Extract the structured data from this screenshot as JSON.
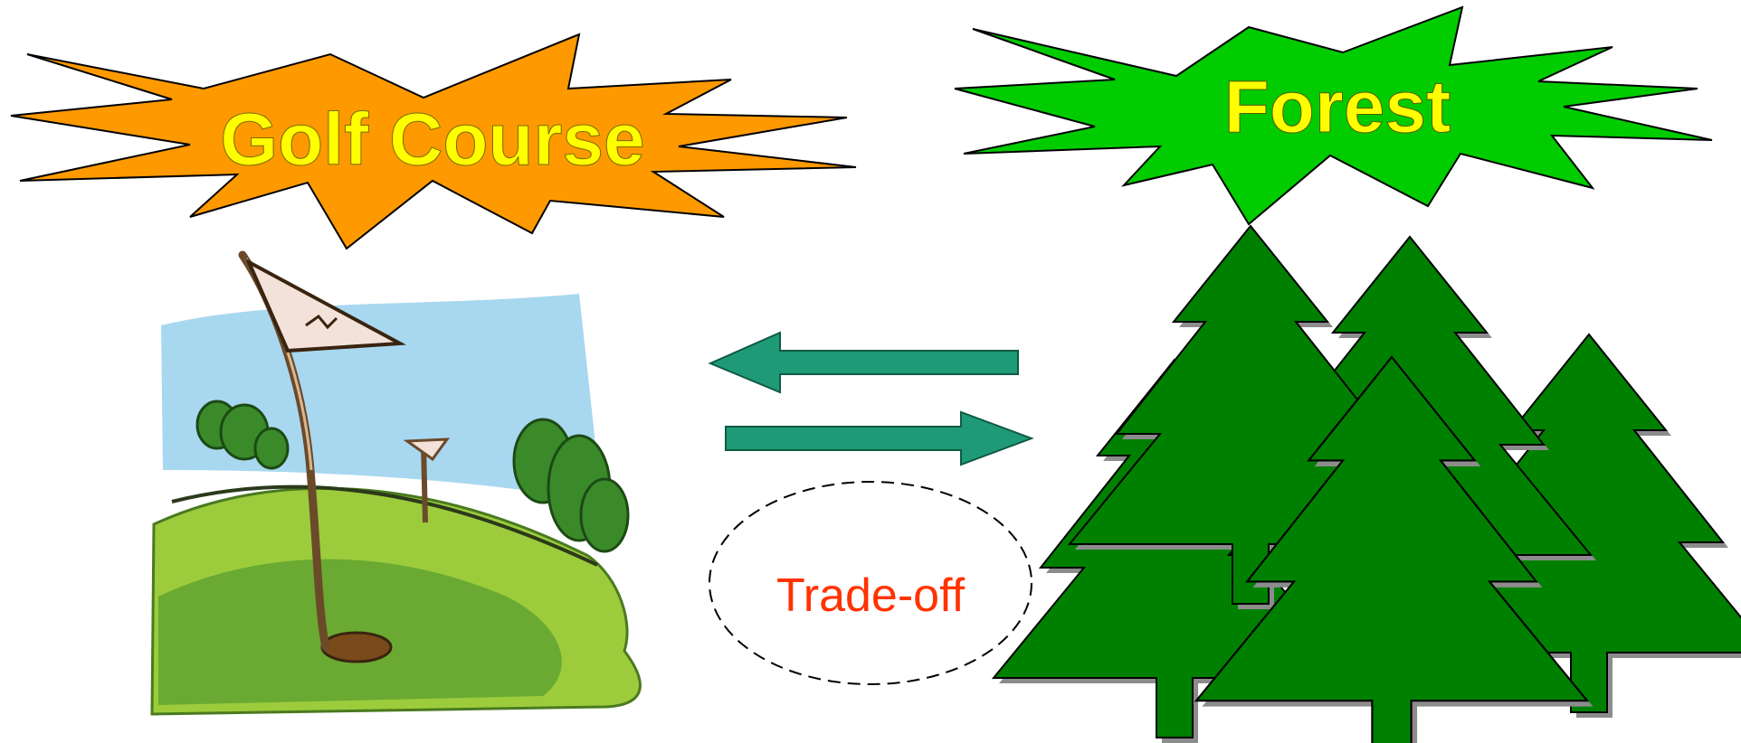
{
  "labels": {
    "golf_course": "Golf Course",
    "forest": "Forest",
    "trade_off": "Trade-off"
  },
  "colors": {
    "golf_burst": "#ff9900",
    "forest_burst": "#00cc00",
    "burst_text": "#ffff00",
    "arrow": "#1f9a77",
    "tree": "#008000",
    "tree_shadow": "#8c8c8c",
    "trade_off_text": "#ff3300",
    "sky": "#a8d8f0",
    "grass_light": "#9ccc3c",
    "grass_dark": "#5a9a2a",
    "bush": "#3a8a2a"
  },
  "icons": {
    "golf": "golf-flag-icon",
    "forest": "pine-tree-icon",
    "exchange": "exchange-arrows-icon"
  }
}
